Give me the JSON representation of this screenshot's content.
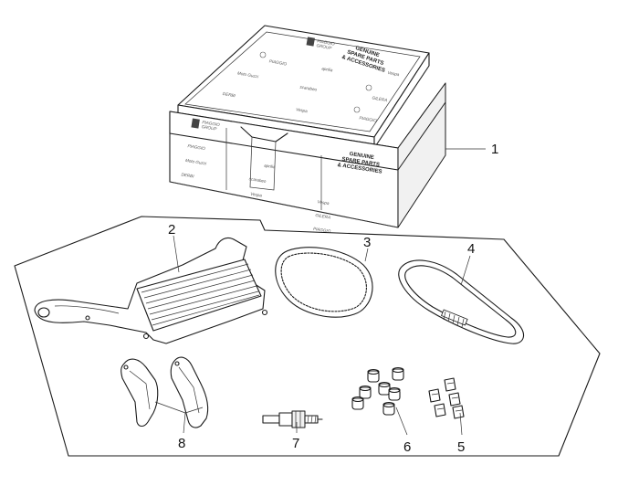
{
  "box": {
    "lid_label_lines": [
      "GENUINE",
      "SPARE PARTS",
      "& ACCESSORIES"
    ],
    "front_label_lines": [
      "GENUINE",
      "SPARE PARTS",
      "& ACCESSORIES"
    ],
    "group_logo_lines": [
      "PIAGGIO",
      "GROUP"
    ],
    "brand_logos": [
      "PIAGGIO",
      "aprilia",
      "Vespa",
      "Moto Guzzi",
      "scarabeo",
      "DERBI",
      "GILERA"
    ]
  },
  "callouts": {
    "box": "1",
    "air_filter": "2",
    "drive_belt": "3",
    "belt_alt": "4",
    "slider_set": "5",
    "roller_set": "6",
    "spark_plug": "7",
    "brake_pads": "8"
  }
}
